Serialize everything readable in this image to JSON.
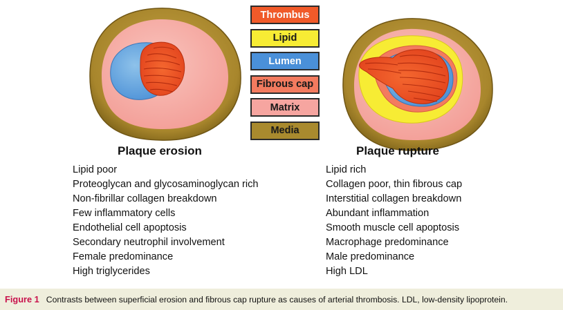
{
  "legend": [
    {
      "label": "Thrombus",
      "bg": "#f15a29",
      "color": "#ffffff"
    },
    {
      "label": "Lipid",
      "bg": "#f7ec34",
      "color": "#1a1a1a"
    },
    {
      "label": "Lumen",
      "bg": "#4a90d9",
      "color": "#ffffff"
    },
    {
      "label": "Fibrous cap",
      "bg": "#f37b5f",
      "color": "#1a1a1a"
    },
    {
      "label": "Matrix",
      "bg": "#f6a5a0",
      "color": "#1a1a1a"
    },
    {
      "label": "Media",
      "bg": "#a98a2e",
      "color": "#1a1a1a"
    }
  ],
  "erosion": {
    "title": "Plaque erosion",
    "items": [
      "Lipid poor",
      "Proteoglycan and glycosaminoglycan rich",
      "Non-fibrillar collagen breakdown",
      "Few inflammatory cells",
      "Endothelial cell apoptosis",
      "Secondary neutrophil involvement",
      "Female predominance",
      "High triglycerides"
    ]
  },
  "rupture": {
    "title": "Plaque rupture",
    "items": [
      "Lipid rich",
      "Collagen poor, thin fibrous cap",
      "Interstitial collagen breakdown",
      "Abundant inflammation",
      "Smooth muscle cell apoptosis",
      "Macrophage predominance",
      "Male predominance",
      "High LDL"
    ]
  },
  "caption": {
    "label": "Figure 1",
    "text": "Contrasts between superficial erosion and fibrous cap rupture as causes of arterial thrombosis. LDL, low-density lipoprotein."
  }
}
